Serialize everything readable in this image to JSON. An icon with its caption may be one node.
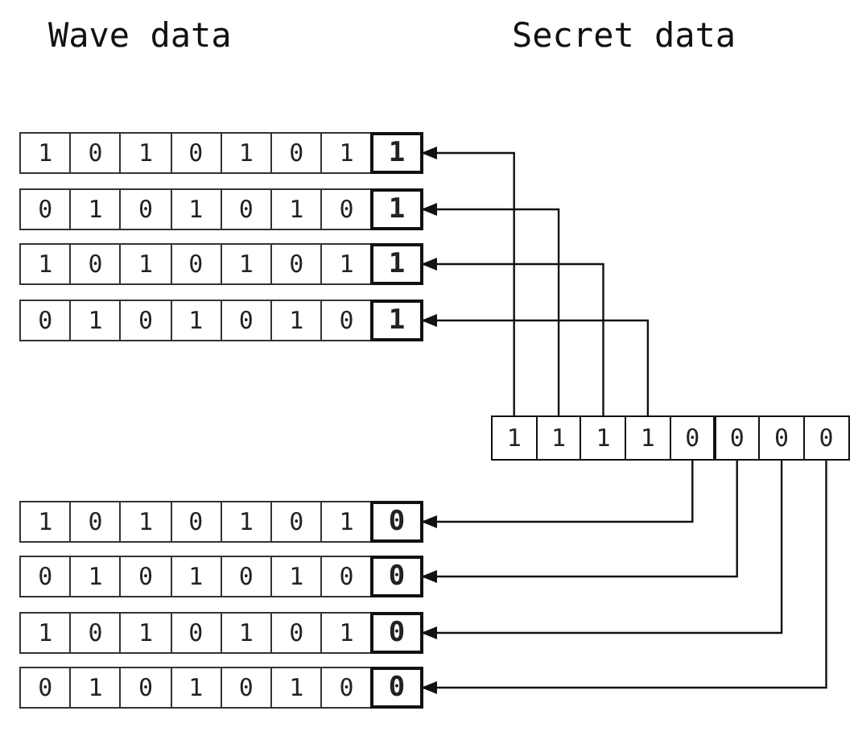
{
  "diagram": {
    "nodes": [
      {
        "text": [
          "1"
        ]
      },
      {
        "text": [
          "0"
        ]
      },
      {
        "text": [
          "1"
        ]
      },
      {
        "text": [
          "0"
        ]
      },
      {
        "text": [
          "1"
        ]
      },
      {
        "text": [
          "0"
        ]
      },
      {
        "text": [
          "1"
        ]
      },
      {
        "text": [
          "1"
        ]
      },
      {
        "text": [
          "0"
        ]
      },
      {
        "text": [
          "1"
        ]
      },
      {
        "text": [
          "0"
        ]
      },
      {
        "text": [
          "1"
        ]
      },
      {
        "text": [
          "0"
        ]
      },
      {
        "text": [
          "1"
        ]
      },
      {
        "text": [
          "0"
        ]
      },
      {
        "text": [
          "1"
        ]
      },
      {
        "text": [
          "1"
        ]
      },
      {
        "text": [
          "0"
        ]
      },
      {
        "text": [
          "1"
        ]
      },
      {
        "text": [
          "0"
        ]
      },
      {
        "text": [
          "1"
        ]
      },
      {
        "text": [
          "0"
        ]
      },
      {
        "text": [
          "1"
        ]
      },
      {
        "text": [
          "1"
        ]
      },
      {
        "text": [
          "0"
        ]
      },
      {
        "text": [
          "1"
        ]
      },
      {
        "text": [
          "0"
        ]
      },
      {
        "text": [
          "1"
        ]
      },
      {
        "text": [
          "0"
        ]
      },
      {
        "text": [
          "1"
        ]
      },
      {
        "text": [
          "0"
        ]
      },
      {
        "text": [
          "1"
        ]
      },
      {
        "text": [
          "1"
        ]
      },
      {
        "text": [
          "1"
        ]
      },
      {
        "text": [
          "1"
        ]
      },
      {
        "text": [
          "1"
        ]
      },
      {
        "text": [
          "0"
        ]
      },
      {
        "text": [
          "0"
        ]
      },
      {
        "text": [
          "0"
        ]
      },
      {
        "text": [
          "0"
        ]
      },
      {
        "text": [
          "1"
        ]
      },
      {
        "text": [
          "0"
        ]
      },
      {
        "text": [
          "1"
        ]
      },
      {
        "text": [
          "0"
        ]
      },
      {
        "text": [
          "1"
        ]
      },
      {
        "text": [
          "0"
        ]
      },
      {
        "text": [
          "1"
        ]
      },
      {
        "text": [
          "0"
        ]
      },
      {
        "text": [
          "0"
        ]
      },
      {
        "text": [
          "1"
        ]
      },
      {
        "text": [
          "0"
        ]
      },
      {
        "text": [
          "1"
        ]
      },
      {
        "text": [
          "0"
        ]
      },
      {
        "text": [
          "1"
        ]
      },
      {
        "text": [
          "0"
        ]
      },
      {
        "text": [
          "0"
        ]
      },
      {
        "text": [
          "1"
        ]
      },
      {
        "text": [
          "0"
        ]
      },
      {
        "text": [
          "1"
        ]
      },
      {
        "text": [
          "0"
        ]
      },
      {
        "text": [
          "1"
        ]
      },
      {
        "text": [
          "0"
        ]
      },
      {
        "text": [
          "1"
        ]
      },
      {
        "text": [
          "0"
        ]
      },
      {
        "text": [
          "0"
        ]
      },
      {
        "text": [
          "1"
        ]
      },
      {
        "text": [
          "0"
        ]
      },
      {
        "text": [
          "1"
        ]
      },
      {
        "text": [
          "0"
        ]
      },
      {
        "text": [
          "1"
        ]
      },
      {
        "text": [
          "0"
        ]
      },
      {
        "text": [
          "0"
        ]
      }
    ],
    "edges": [
      {
        "from": 32,
        "to": 7,
        "arrow": "to"
      },
      {
        "from": 33,
        "to": 15,
        "arrow": "to"
      },
      {
        "from": 34,
        "to": 23,
        "arrow": "to"
      },
      {
        "from": 35,
        "to": 31,
        "arrow": "to"
      },
      {
        "from": 36,
        "to": 47,
        "arrow": "to"
      },
      {
        "from": 37,
        "to": 55,
        "arrow": "to"
      },
      {
        "from": 38,
        "to": 63,
        "arrow": "to"
      },
      {
        "from": 39,
        "to": 71,
        "arrow": "to"
      }
    ],
    "labels": [
      "Wave data",
      "Secret data"
    ]
  }
}
